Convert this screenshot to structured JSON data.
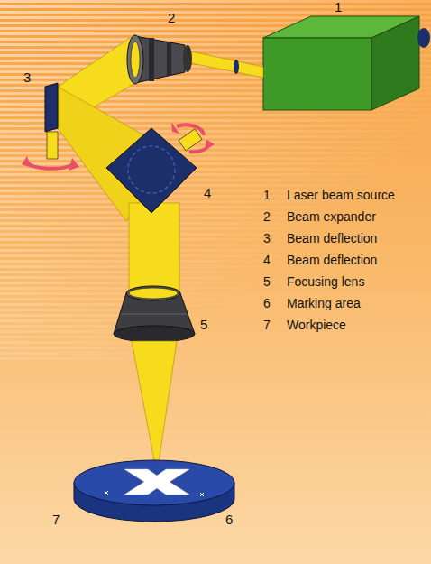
{
  "diagram": {
    "labels": [
      "1",
      "2",
      "3",
      "4",
      "5",
      "6",
      "7",
      "1",
      "Laser beam source",
      "2",
      "Beam expander",
      "3",
      "Beam deflection",
      "4",
      "Beam deflection",
      "5",
      "Focusing lens",
      "6",
      "Marking area",
      "7",
      "Workpiece"
    ]
  }
}
